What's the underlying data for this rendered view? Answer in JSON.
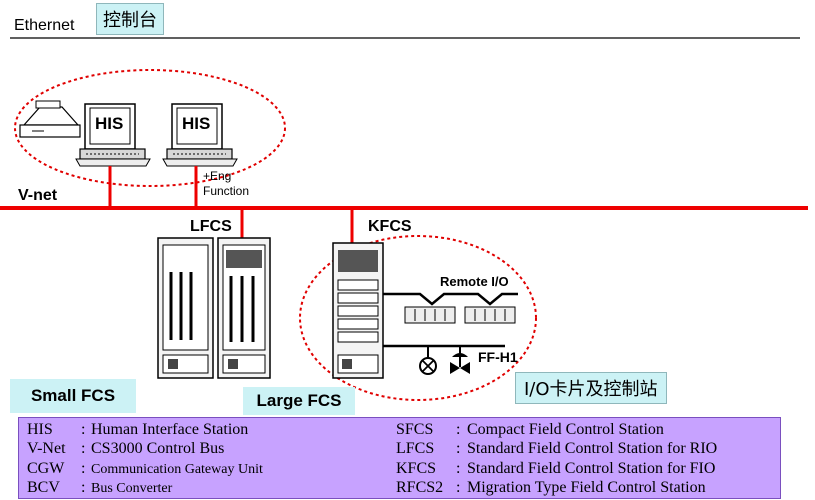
{
  "network": {
    "ethernet_label": "Ethernet",
    "vnet_label": "V-net"
  },
  "console_tag": "控制台",
  "his": {
    "left_label": "HIS",
    "right_label": "HIS",
    "eng_line1": "+Eng",
    "eng_line2": "Function"
  },
  "stations": {
    "lfcs_label": "LFCS",
    "kfcs_label": "KFCS",
    "remote_io_label": "Remote I/O",
    "ffh1_label": "FF-H1"
  },
  "io_tag": "I/O卡片及控制站",
  "callouts": {
    "small_fcs": "Small FCS",
    "large_fcs": "Large FCS"
  },
  "legend": {
    "left": [
      {
        "abbr": "HIS",
        "sep": ":",
        "desc": "Human Interface Station"
      },
      {
        "abbr": "V-Net",
        "sep": ":",
        "desc": "CS3000 Control Bus"
      },
      {
        "abbr": "CGW",
        "sep": ":",
        "desc": "Communication Gateway Unit"
      },
      {
        "abbr": "BCV",
        "sep": ":",
        "desc": "Bus Converter"
      }
    ],
    "right": [
      {
        "abbr": "SFCS",
        "sep": ":",
        "desc": "Compact Field Control Station"
      },
      {
        "abbr": "LFCS",
        "sep": ":",
        "desc": "Standard Field Control Station for RIO"
      },
      {
        "abbr": "KFCS",
        "sep": ":",
        "desc": "Standard Field Control Station for FIO"
      },
      {
        "abbr": "RFCS2",
        "sep": ":",
        "desc": "Migration Type Field Control Station"
      }
    ]
  },
  "colors": {
    "vnet_red": "#ee0000",
    "tag_cyan": "#ccf2f5",
    "legend_purple": "#c7a2ff"
  }
}
